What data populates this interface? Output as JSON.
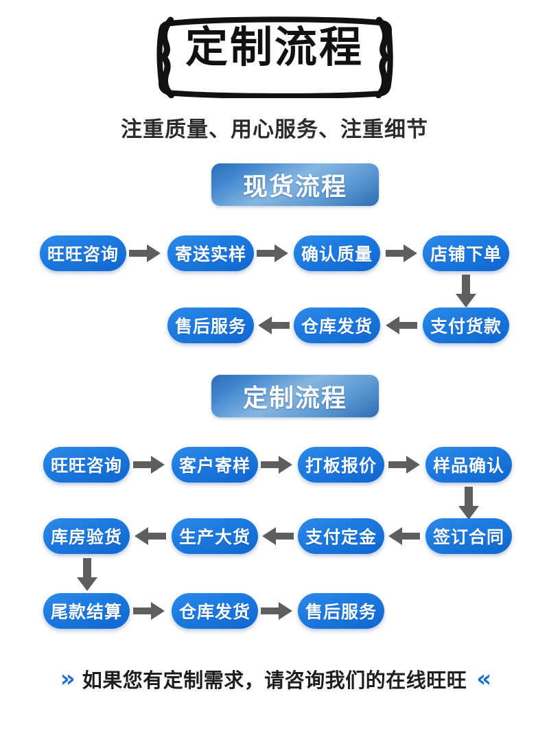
{
  "title": {
    "text": "定制流程",
    "frame_color": "#111111"
  },
  "subtitle": {
    "text": "注重质量、用心服务、注重细节"
  },
  "colors": {
    "pill_blue": "#1271d8",
    "pill_blue_light": "#2e8ae8",
    "badge_blue": "#3f86cf",
    "arrow_gray": "#606060",
    "accent_chevron": "#1f6fd0",
    "text_dark": "#1d1d1d"
  },
  "sections": [
    {
      "id": "spot",
      "header": "现货流程",
      "steps": [
        "旺旺咨询",
        "寄送实样",
        "确认质量",
        "店铺下单",
        "支付货款",
        "仓库发货",
        "售后服务"
      ]
    },
    {
      "id": "custom",
      "header": "定制流程",
      "steps": [
        "旺旺咨询",
        "客户寄样",
        "打板报价",
        "样品确认",
        "签订合同",
        "支付定金",
        "生产大货",
        "库房验货",
        "尾款结算",
        "仓库发货",
        "售后服务"
      ]
    }
  ],
  "footer": {
    "left_chevron": "»",
    "text": "如果您有定制需求，请咨询我们的在线旺旺",
    "right_chevron": "«"
  }
}
